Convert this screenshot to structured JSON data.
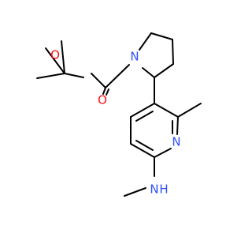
{
  "molecule": {
    "atoms": {
      "carbonyl_oxygen": {
        "label": "O",
        "color": "#ff0d0d"
      },
      "ester_oxygen": {
        "label": "O",
        "color": "#ff0d0d"
      },
      "pyrrolidine_nitrogen": {
        "label": "N",
        "color": "#3050f8"
      },
      "pyridine_nitrogen": {
        "label": "N",
        "color": "#3050f8"
      },
      "amine_nitrogen": {
        "label": "N",
        "color": "#3050f8"
      },
      "amine_hydrogen": {
        "label": "H",
        "color": "#3050f8"
      }
    },
    "bond_color": "#000000"
  }
}
